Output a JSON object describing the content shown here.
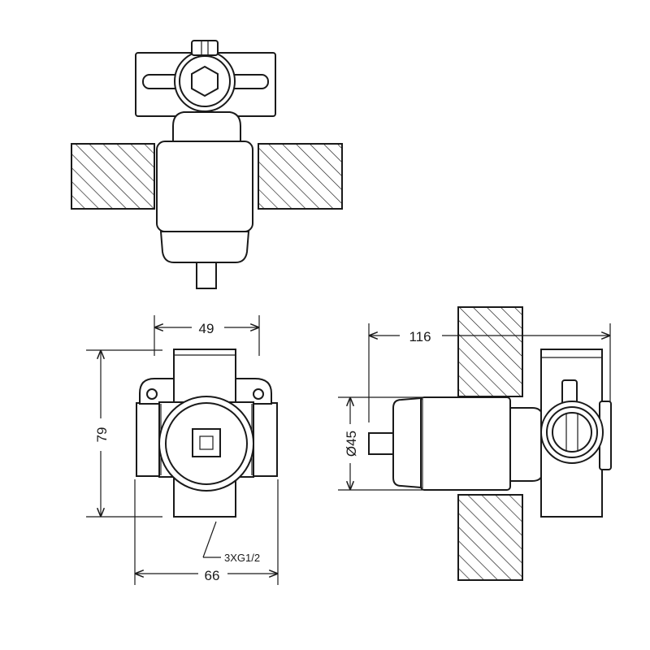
{
  "dimensions": {
    "width_top": "49",
    "height_front": "79",
    "width_bottom": "66",
    "depth_side": "116",
    "diameter": "Ø45"
  },
  "thread_label": "3XG1/2",
  "colors": {
    "line": "#1a1a1a",
    "background": "#ffffff"
  }
}
